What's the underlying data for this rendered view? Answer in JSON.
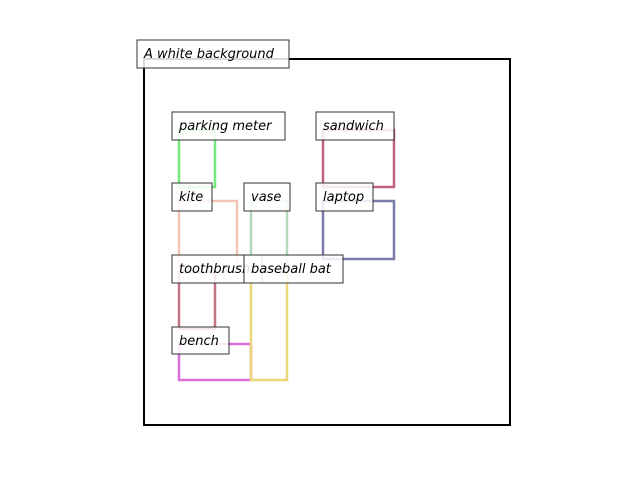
{
  "background_label": "A white background",
  "boxes": [
    {
      "label": "parking meter",
      "color": "#77e87e"
    },
    {
      "label": "sandwich",
      "color": "#c0627f"
    },
    {
      "label": "kite",
      "color": "#f2c4b6"
    },
    {
      "label": "vase",
      "color": "#b4d9bc"
    },
    {
      "label": "laptop",
      "color": "#7b7bab"
    },
    {
      "label": "toothbrush",
      "color": "#c47484"
    },
    {
      "label": "baseball bat",
      "color": "#ecd67a"
    },
    {
      "label": "bench",
      "color": "#dc6edc"
    }
  ]
}
